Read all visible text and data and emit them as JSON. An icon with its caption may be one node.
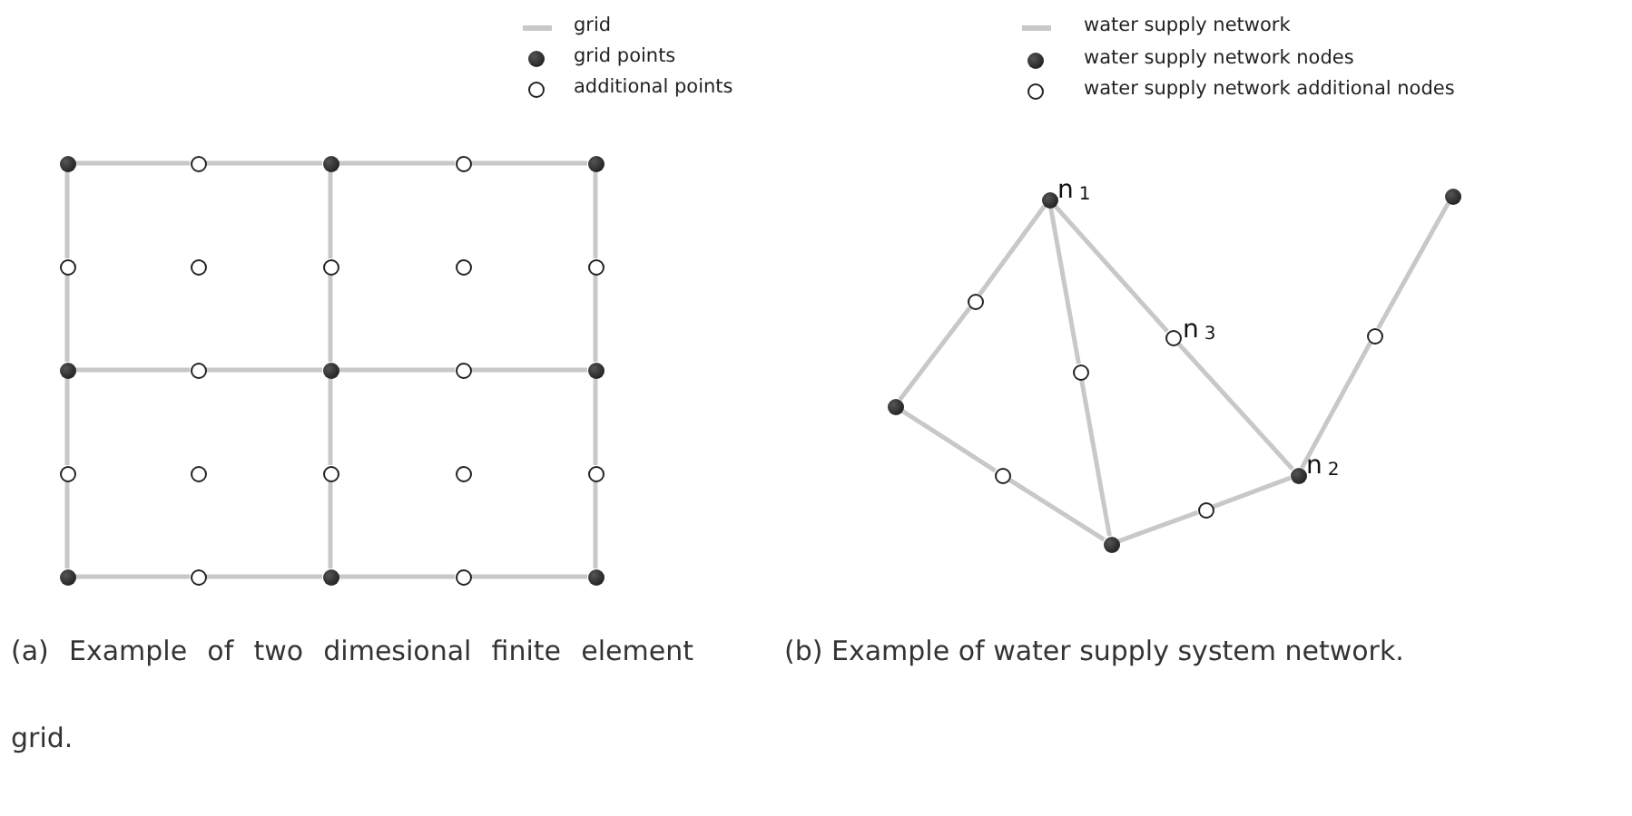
{
  "diagram": {
    "nodes": [
      {
        "text": [],
        "shape": "dot"
      },
      {
        "text": [],
        "shape": "circle"
      },
      {
        "text": [],
        "shape": "dot"
      },
      {
        "text": [],
        "shape": "circle"
      },
      {
        "text": [],
        "shape": "dot"
      },
      {
        "text": [],
        "shape": "circle"
      },
      {
        "text": [],
        "shape": "circle"
      },
      {
        "text": [],
        "shape": "circle"
      },
      {
        "text": [],
        "shape": "circle"
      },
      {
        "text": [],
        "shape": "circle"
      },
      {
        "text": [],
        "shape": "dot"
      },
      {
        "text": [],
        "shape": "circle"
      },
      {
        "text": [],
        "shape": "dot"
      },
      {
        "text": [],
        "shape": "circle"
      },
      {
        "text": [],
        "shape": "dot"
      },
      {
        "text": [],
        "shape": "circle"
      },
      {
        "text": [],
        "shape": "circle"
      },
      {
        "text": [],
        "shape": "circle"
      },
      {
        "text": [],
        "shape": "circle"
      },
      {
        "text": [],
        "shape": "circle"
      },
      {
        "text": [],
        "shape": "dot"
      },
      {
        "text": [],
        "shape": "circle"
      },
      {
        "text": [],
        "shape": "dot"
      },
      {
        "text": [],
        "shape": "circle"
      },
      {
        "text": [],
        "shape": "dot"
      },
      {
        "text": [],
        "shape": "dot",
        "beside": [
          "n$_{1}$"
        ]
      },
      {
        "text": [],
        "shape": "dot"
      },
      {
        "text": [],
        "shape": "circle"
      },
      {
        "text": [],
        "shape": "circle",
        "beside": [
          "n$_{3}$"
        ]
      },
      {
        "text": [],
        "shape": "circle"
      },
      {
        "text": [],
        "shape": "circle"
      },
      {
        "text": [],
        "shape": "dot"
      },
      {
        "text": [],
        "shape": "circle"
      },
      {
        "text": [],
        "shape": "dot",
        "beside": [
          "n$_{2}$"
        ]
      },
      {
        "text": [],
        "shape": "circle"
      },
      {
        "text": [],
        "shape": "dot"
      }
    ],
    "edges": [
      {
        "from": 0,
        "to": 1,
        "arrow": "none"
      },
      {
        "from": 1,
        "to": 2,
        "arrow": "none"
      },
      {
        "from": 2,
        "to": 3,
        "arrow": "none"
      },
      {
        "from": 3,
        "to": 4,
        "arrow": "none"
      },
      {
        "from": 10,
        "to": 11,
        "arrow": "none"
      },
      {
        "from": 11,
        "to": 12,
        "arrow": "none"
      },
      {
        "from": 12,
        "to": 13,
        "arrow": "none"
      },
      {
        "from": 13,
        "to": 14,
        "arrow": "none"
      },
      {
        "from": 20,
        "to": 21,
        "arrow": "none"
      },
      {
        "from": 21,
        "to": 22,
        "arrow": "none"
      },
      {
        "from": 22,
        "to": 23,
        "arrow": "none"
      },
      {
        "from": 23,
        "to": 24,
        "arrow": "none"
      },
      {
        "from": 0,
        "to": 5,
        "arrow": "none"
      },
      {
        "from": 5,
        "to": 10,
        "arrow": "none"
      },
      {
        "from": 10,
        "to": 15,
        "arrow": "none"
      },
      {
        "from": 15,
        "to": 20,
        "arrow": "none"
      },
      {
        "from": 2,
        "to": 7,
        "arrow": "none"
      },
      {
        "from": 7,
        "to": 12,
        "arrow": "none"
      },
      {
        "from": 12,
        "to": 17,
        "arrow": "none"
      },
      {
        "from": 17,
        "to": 22,
        "arrow": "none"
      },
      {
        "from": 4,
        "to": 9,
        "arrow": "none"
      },
      {
        "from": 9,
        "to": 14,
        "arrow": "none"
      },
      {
        "from": 14,
        "to": 19,
        "arrow": "none"
      },
      {
        "from": 19,
        "to": 24,
        "arrow": "none"
      },
      {
        "from": 25,
        "to": 27,
        "arrow": "none"
      },
      {
        "from": 27,
        "to": 31,
        "arrow": "none"
      },
      {
        "from": 25,
        "to": 30,
        "arrow": "none"
      },
      {
        "from": 30,
        "to": 35,
        "arrow": "none"
      },
      {
        "from": 25,
        "to": 28,
        "arrow": "none"
      },
      {
        "from": 28,
        "to": 33,
        "arrow": "none"
      },
      {
        "from": 31,
        "to": 32,
        "arrow": "none"
      },
      {
        "from": 32,
        "to": 35,
        "arrow": "none"
      },
      {
        "from": 35,
        "to": 34,
        "arrow": "none"
      },
      {
        "from": 34,
        "to": 33,
        "arrow": "none"
      },
      {
        "from": 33,
        "to": 29,
        "arrow": "none"
      },
      {
        "from": 29,
        "to": 26,
        "arrow": "none"
      }
    ],
    "labels": [
      "(a) Example of two dimesional finite element grid.",
      "(b) Example of water supply system network."
    ],
    "legend": [
      {
        "text": "grid"
      },
      {
        "text": "grid points"
      },
      {
        "text": "additional points"
      },
      {
        "text": "water supply network"
      },
      {
        "text": "water supply network nodes"
      },
      {
        "text": "water supply network additional nodes"
      }
    ]
  }
}
